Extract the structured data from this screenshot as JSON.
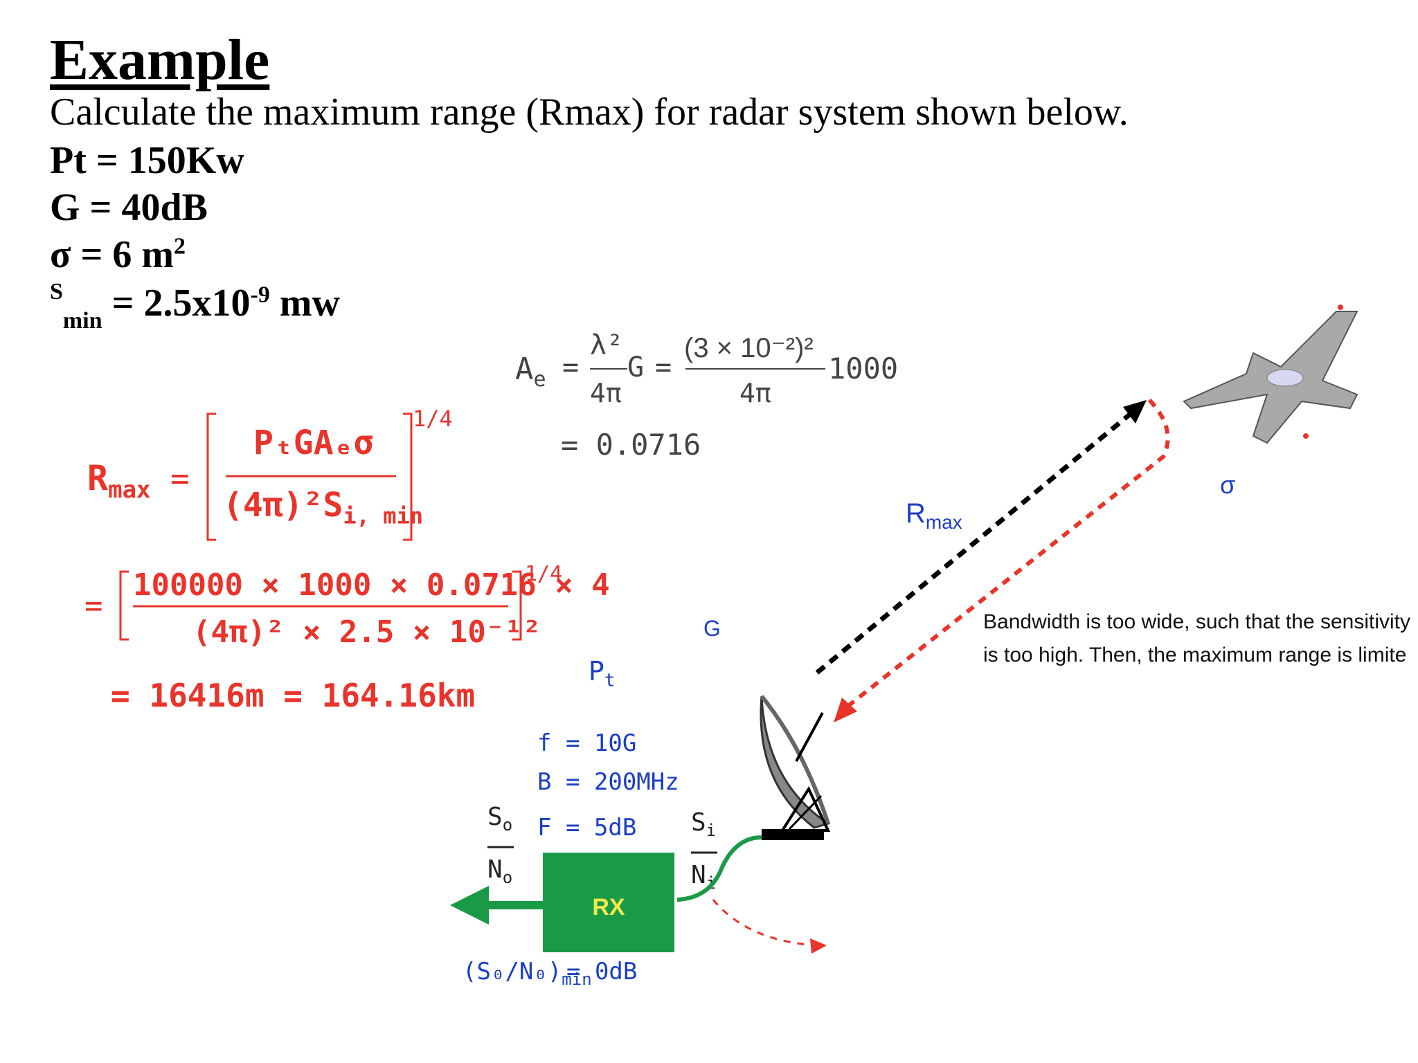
{
  "header": {
    "title": "Example",
    "problem": "Calculate the maximum range (Rmax) for radar system shown below."
  },
  "given": {
    "pt": "Pt = 150Kw",
    "g": "G = 40dB",
    "sigma_prefix": "σ = 6 m",
    "sigma_exp": "2",
    "smin_s": "S",
    "smin_sub": "min",
    "smin_val": "= 2.5x10",
    "smin_exp": "-9",
    "smin_unit": " mw"
  },
  "ae_eq": {
    "lhs": "A",
    "lhs_sub": "e",
    "eq1": "=",
    "num1": "λ²",
    "den1": "4π",
    "g": "G",
    "eq2": "=",
    "num2": "(3 × 10⁻²)²",
    "den2": "4π",
    "mult": "1000",
    "result": "= 0.0716"
  },
  "rmax_eq": {
    "lhs": "R",
    "lhs_sub": "max",
    "eq": "=",
    "num": "PₜGAₑσ",
    "den": "(4π)²S",
    "den_sub": "i, min",
    "power": "1/4",
    "step_eq": "=",
    "step_num": "100000 × 1000 × 0.0716 × 4",
    "step_den": "(4π)² × 2.5 × 10⁻¹²",
    "step_power": "1/4",
    "result": "= 16416m = 164.16km"
  },
  "diagram": {
    "rmax": "R",
    "rmax_sub": "max",
    "sigma": "σ",
    "g_label": "G",
    "pt_label": "P",
    "pt_sub": "t",
    "f": "f = 10G",
    "b": "B = 200MHz",
    "fdb": "F = 5dB",
    "so": "S",
    "so_sub": "o",
    "no": "N",
    "no_sub": "o",
    "si": "S",
    "si_sub": "i",
    "ni": "N",
    "ni_sub": "i",
    "rx": "RX",
    "snr_min": "(S₀/N₀)",
    "snr_min_sub": "min",
    "snr_val": "= 0dB",
    "note_line1": "Bandwidth is too wide, such that the sensitivity",
    "note_line2": "is too high. Then, the maximum range is limite"
  },
  "colors": {
    "red": "#e8342b",
    "green": "#1a9a47",
    "black": "#000000"
  }
}
